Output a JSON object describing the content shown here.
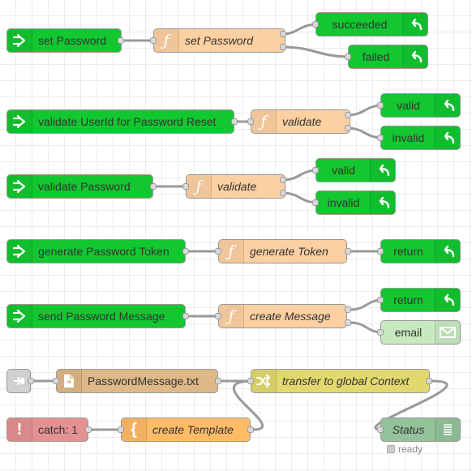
{
  "canvas": {
    "grid_color": "#ececec",
    "wire_color": "#999999"
  },
  "nodes": {
    "set_password_in": {
      "label": "set Password",
      "icon": "arrow-in-icon",
      "color": "#12c730"
    },
    "set_password_fn": {
      "label": "set Password",
      "icon": "function-icon",
      "color": "#fdd0a2"
    },
    "set_password_ok": {
      "label": "succeeded",
      "icon": "return-arrow-icon",
      "color": "#12c730"
    },
    "set_password_fail": {
      "label": "failed",
      "icon": "return-arrow-icon",
      "color": "#12c730"
    },
    "validate_user_in": {
      "label": "validate UserId for Password Reset",
      "icon": "arrow-in-icon",
      "color": "#12c730"
    },
    "validate_user_fn": {
      "label": "validate",
      "icon": "function-icon",
      "color": "#fdd0a2"
    },
    "validate_user_valid": {
      "label": "valid",
      "icon": "return-arrow-icon",
      "color": "#12c730"
    },
    "validate_user_invalid": {
      "label": "invalid",
      "icon": "return-arrow-icon",
      "color": "#12c730"
    },
    "validate_pw_in": {
      "label": "validate Password",
      "icon": "arrow-in-icon",
      "color": "#12c730"
    },
    "validate_pw_fn": {
      "label": "validate",
      "icon": "function-icon",
      "color": "#fdd0a2"
    },
    "validate_pw_valid": {
      "label": "valid",
      "icon": "return-arrow-icon",
      "color": "#12c730"
    },
    "validate_pw_invalid": {
      "label": "invalid",
      "icon": "return-arrow-icon",
      "color": "#12c730"
    },
    "gen_token_in": {
      "label": "generate Password Token",
      "icon": "arrow-in-icon",
      "color": "#12c730"
    },
    "gen_token_fn": {
      "label": "generate Token",
      "icon": "function-icon",
      "color": "#fdd0a2"
    },
    "gen_token_ret": {
      "label": "return",
      "icon": "return-arrow-icon",
      "color": "#12c730"
    },
    "send_msg_in": {
      "label": "send Password Message",
      "icon": "arrow-in-icon",
      "color": "#12c730"
    },
    "send_msg_fn": {
      "label": "create Message",
      "icon": "function-icon",
      "color": "#fdd0a2"
    },
    "send_msg_ret": {
      "label": "return",
      "icon": "return-arrow-icon",
      "color": "#12c730"
    },
    "send_msg_email": {
      "label": "email",
      "icon": "envelope-icon",
      "color": "#c7e9c0"
    },
    "link_in": {
      "label": "",
      "icon": "link-in-icon",
      "color": "#dddddd"
    },
    "file_in": {
      "label": "PasswordMessage.txt",
      "icon": "file-icon",
      "color": "#deb887"
    },
    "change": {
      "label": "transfer to global Context",
      "icon": "shuffle-icon",
      "color": "#e2d96e"
    },
    "catch": {
      "label": "catch: 1",
      "icon": "exclamation-icon",
      "color": "#e49191"
    },
    "template": {
      "label": "create Template",
      "icon": "brace-icon",
      "color": "#ffbb66"
    },
    "status": {
      "label": "Status",
      "icon": "list-icon",
      "color": "#94c29a",
      "state": "ready"
    }
  }
}
